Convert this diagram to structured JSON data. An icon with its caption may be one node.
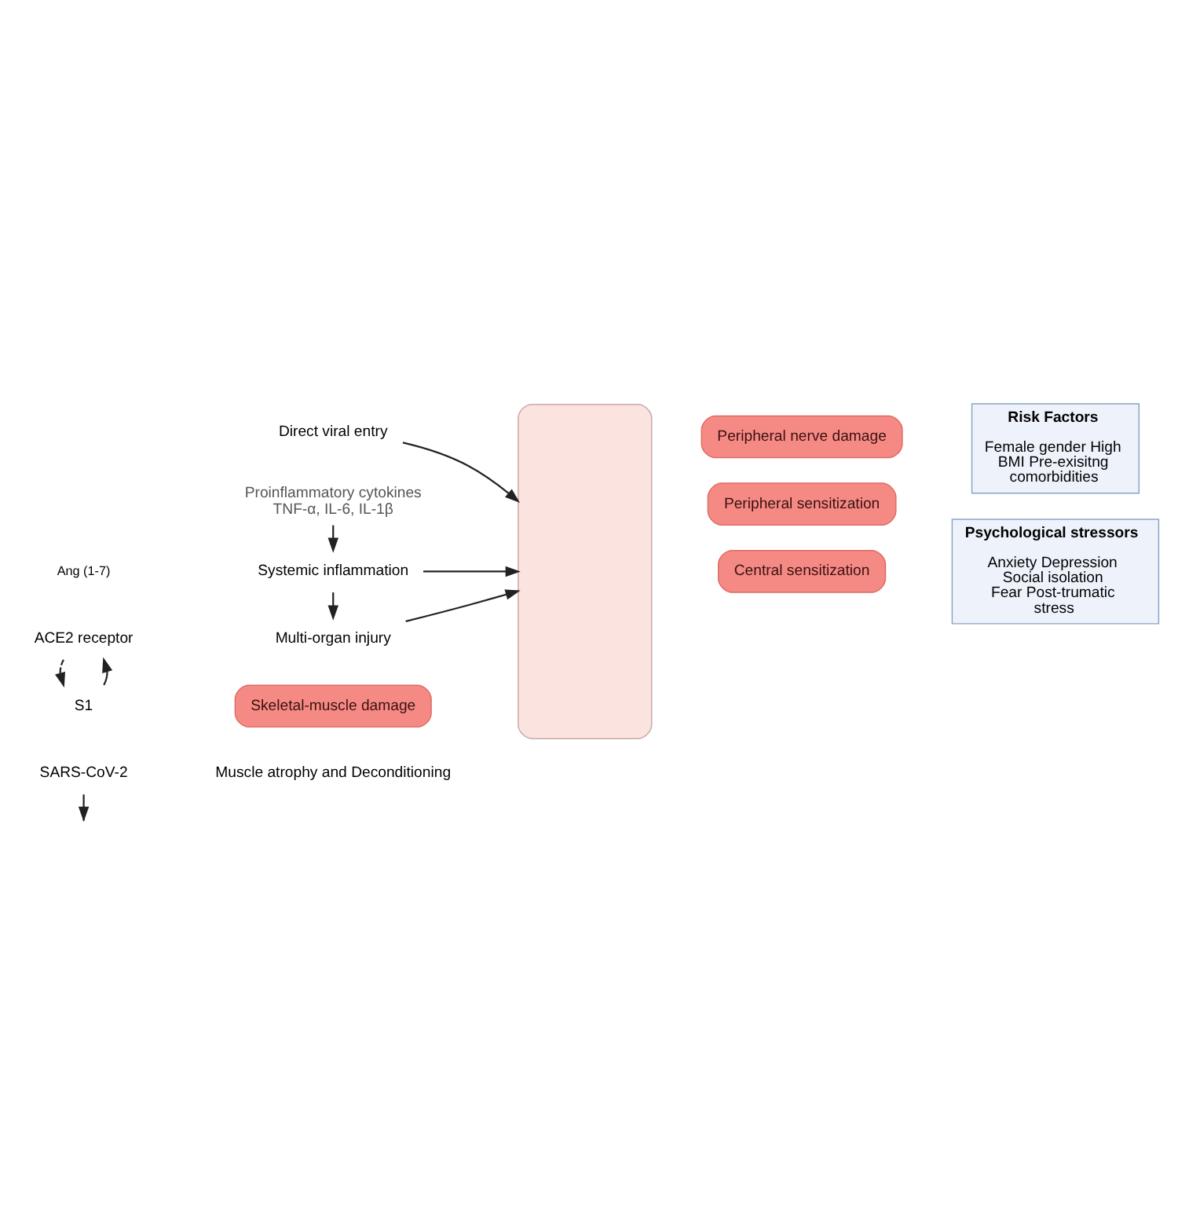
{
  "diagram": {
    "nodes": [
      {
        "text": [
          "SARS-CoV-2"
        ]
      },
      {
        "text": [
          "S1"
        ]
      },
      {
        "text": [
          "ACE2 receptor"
        ]
      },
      {
        "text": [
          "Ang (1-7)"
        ]
      },
      {
        "text": [
          "Muscle atrophy and Deconditioning"
        ]
      },
      {
        "text": [
          "Skeletal-muscle damage"
        ]
      },
      {
        "text": [
          "Direct viral entry"
        ]
      },
      {
        "text": [
          "Proinflammatory cytokines",
          "TNF-α, IL-6, IL-1β"
        ]
      },
      {
        "text": [
          "Systemic inflammation"
        ]
      },
      {
        "text": [
          "Multi-organ injury"
        ]
      },
      {
        "text": [],
        "shape": "person"
      },
      {
        "text": [
          "Central sensitization"
        ]
      },
      {
        "text": [
          "Peripheral sensitization"
        ]
      },
      {
        "text": [
          "Peripheral nerve damage"
        ]
      },
      {
        "text": [
          "Psychological stressors",
          "Anxiety Depression Social isolation Fear Post-trumatic stress"
        ]
      },
      {
        "text": [
          "Risk Factors",
          "Female gender High BMI Pre-exisitng comorbidities"
        ]
      }
    ],
    "edges": [
      {
        "from": 1,
        "to": 2,
        "arrow": "to"
      },
      {
        "from": 2,
        "to": 1,
        "arrow": "to",
        "style": "dashed"
      },
      {
        "from": 0,
        "to": null,
        "arrow": "to"
      },
      {
        "from": 6,
        "to": 10,
        "arrow": "to"
      },
      {
        "from": 7,
        "to": 8,
        "arrow": "to"
      },
      {
        "from": 8,
        "to": 10,
        "arrow": "to"
      },
      {
        "from": 8,
        "to": 9,
        "arrow": "to"
      },
      {
        "from": 9,
        "to": 10,
        "arrow": "to"
      }
    ]
  }
}
